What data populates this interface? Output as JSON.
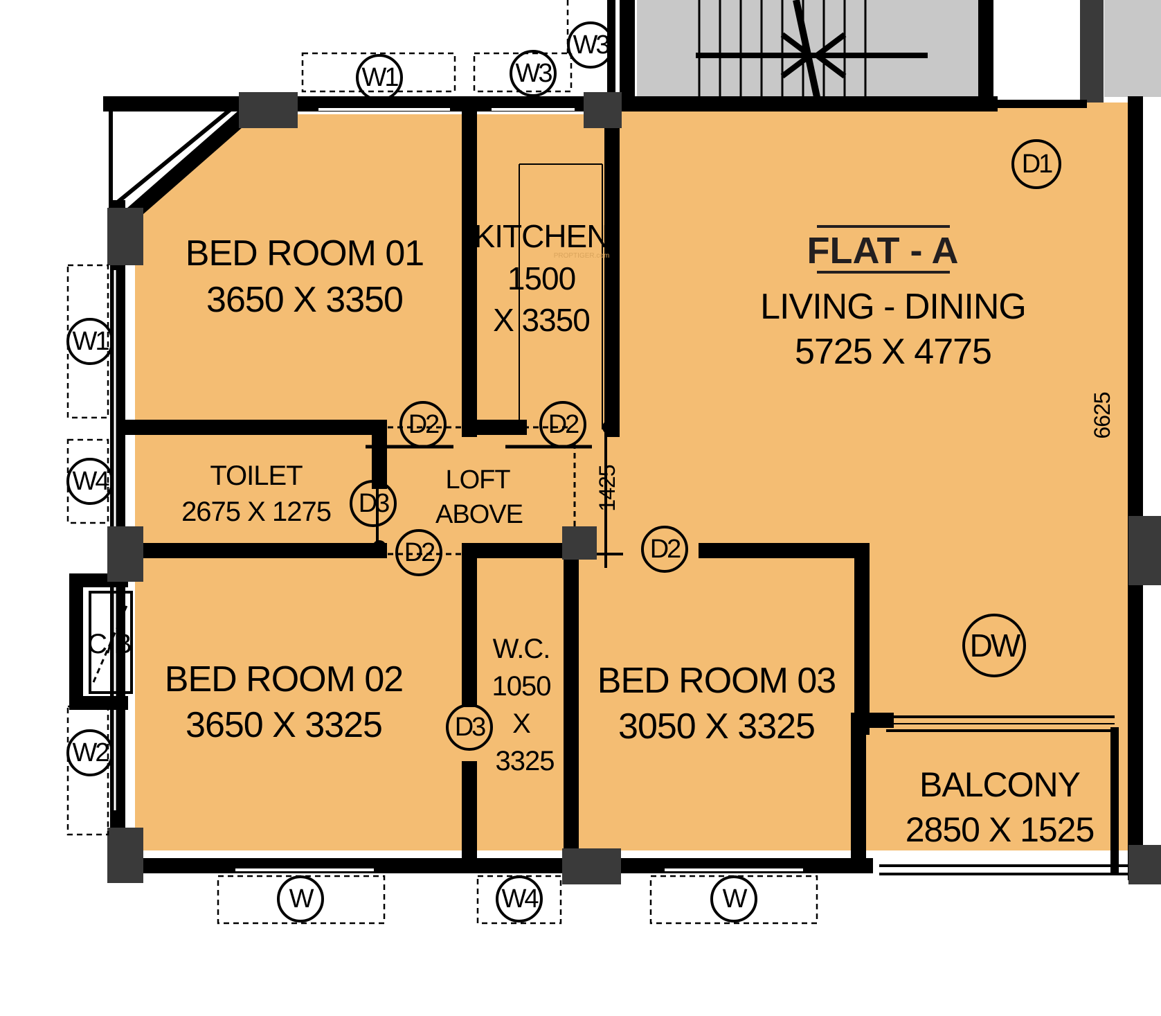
{
  "flat_title": "FLAT - A",
  "rooms": {
    "bed1": {
      "name": "BED ROOM 01",
      "size": "3650 X 3350"
    },
    "kitchen": {
      "name": "KITCHEN",
      "size_a": "1500",
      "size_b": "X 3350"
    },
    "living": {
      "name": "LIVING - DINING",
      "size": "5725 X 4775"
    },
    "toilet": {
      "name": "TOILET",
      "size": "2675 X 1275"
    },
    "loft": {
      "line1": "LOFT",
      "line2": "ABOVE"
    },
    "bed2": {
      "name": "BED ROOM 02",
      "size": "3650 X 3325"
    },
    "wc": {
      "name": "W.C.",
      "size_a": "1050",
      "size_b": "X",
      "size_c": "3325"
    },
    "bed3": {
      "name": "BED ROOM 03",
      "size": "3050 X 3325"
    },
    "balcony": {
      "name": "BALCONY",
      "size": "2850 X 1525"
    },
    "cb": {
      "name": "C/B"
    }
  },
  "dimensions": {
    "vertical_right": "6625",
    "passage": "1425"
  },
  "tags": {
    "w1_top": "W1",
    "w3_top": "W3",
    "w3_top_right": "W3",
    "w1_left": "W1",
    "w4_left": "W4",
    "w2_left": "W2",
    "w_bottom_left": "W",
    "w4_bottom": "W4",
    "w_bottom_right": "W",
    "d1": "D1",
    "d2_a": "D2",
    "d2_b": "D2",
    "d2_c": "D2",
    "d2_d": "D2",
    "d3_toilet": "D3",
    "d3_wc": "D3",
    "dw": "DW"
  },
  "watermark": "PROPTIGER.com"
}
